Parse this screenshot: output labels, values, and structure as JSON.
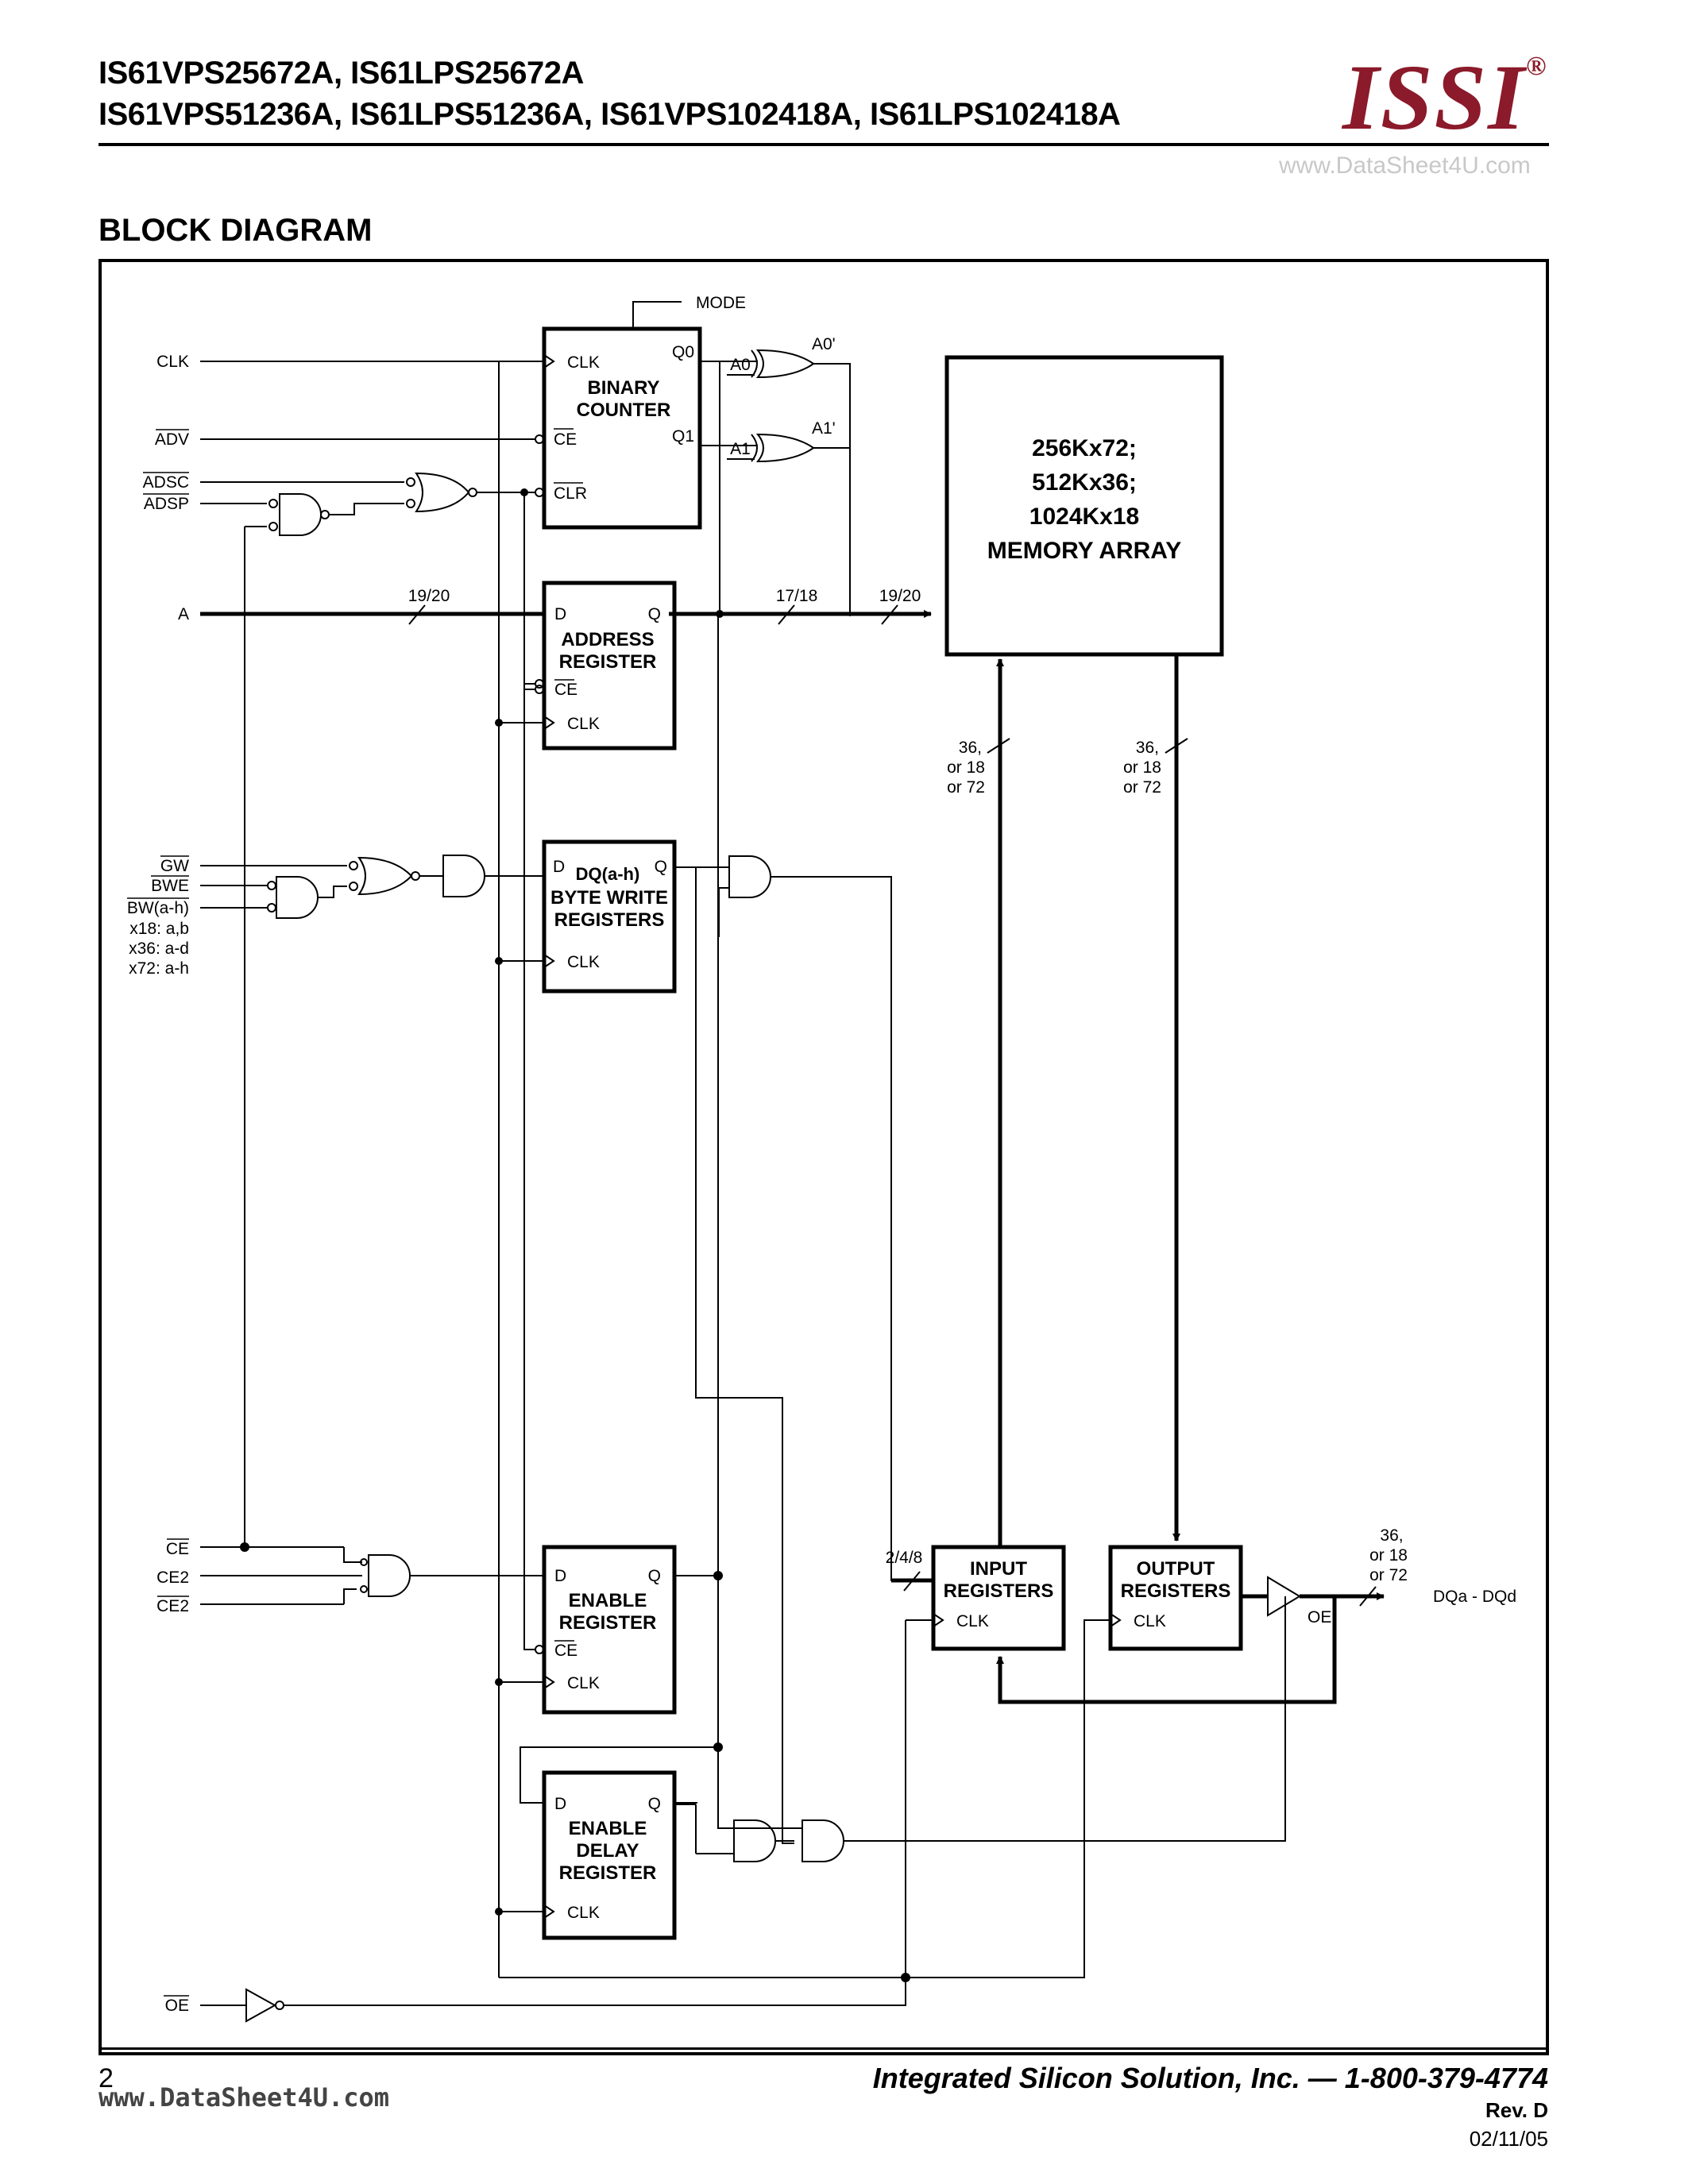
{
  "header": {
    "line1": "IS61VPS25672A, IS61LPS25672A",
    "line2": "IS61VPS51236A,  IS61LPS51236A, IS61VPS102418A, IS61LPS102418A",
    "logo": "ISSI",
    "logo_mark": "®",
    "watermark": "www.DataSheet4U.com"
  },
  "section_title": "BLOCK DIAGRAM",
  "diagram": {
    "inputs": {
      "clk": "CLK",
      "adv": "ADV",
      "adsc": "ADSC",
      "adsp": "ADSP",
      "a": "A",
      "gw": "GW",
      "bwe": "BWE",
      "bw": "BW(a-h)",
      "bw_x18": "x18: a,b",
      "bw_x36": "x36: a-d",
      "bw_x72": "x72: a-h",
      "ce": "CE",
      "ce2": "CE2",
      "ce2b": "CE2",
      "oe": "OE"
    },
    "mode": "MODE",
    "binary_counter": {
      "clk": "CLK",
      "q0": "Q0",
      "q1": "Q1",
      "title1": "BINARY",
      "title2": "COUNTER",
      "ce": "CE",
      "clr": "CLR"
    },
    "a0": "A0",
    "a1": "A1",
    "a0p": "A0'",
    "a1p": "A1'",
    "bus_a_in": "19/20",
    "bus_mid": "17/18",
    "bus_mem": "19/20",
    "address_register": {
      "d": "D",
      "q": "Q",
      "title1": "ADDRESS",
      "title2": "REGISTER",
      "ce": "CE",
      "clk": "CLK"
    },
    "memory_array": {
      "line1": "256Kx72;",
      "line2": "512Kx36;",
      "line3": "1024Kx18",
      "line4": "MEMORY ARRAY"
    },
    "width_in": {
      "l1": "36,",
      "l2": "or 18",
      "l3": "or 72"
    },
    "width_out": {
      "l1": "36,",
      "l2": "or 18",
      "l3": "or 72"
    },
    "byte_write": {
      "d": "D",
      "dq": "DQ(a-h)",
      "q": "Q",
      "title1": "BYTE WRITE",
      "title2": "REGISTERS",
      "clk": "CLK"
    },
    "enable_register": {
      "d": "D",
      "q": "Q",
      "title1": "ENABLE",
      "title2": "REGISTER",
      "ce": "CE",
      "clk": "CLK"
    },
    "enable_delay": {
      "d": "D",
      "q": "Q",
      "title1": "ENABLE",
      "title2": "DELAY",
      "title3": "REGISTER",
      "clk": "CLK"
    },
    "input_registers": {
      "title1": "INPUT",
      "title2": "REGISTERS",
      "clk": "CLK"
    },
    "output_registers": {
      "title1": "OUTPUT",
      "title2": "REGISTERS",
      "clk": "CLK"
    },
    "bus_248": "2/4/8",
    "out_width": {
      "l1": "36,",
      "l2": "or 18",
      "l3": "or 72"
    },
    "buffer_oe": "OE",
    "output": "DQa - DQd"
  },
  "footer": {
    "page_number": "2",
    "watermark": "www.DataSheet4U.com",
    "company": "Integrated Silicon Solution, Inc. — 1-800-379-4774",
    "rev": "Rev.  D",
    "date": "02/11/05"
  }
}
